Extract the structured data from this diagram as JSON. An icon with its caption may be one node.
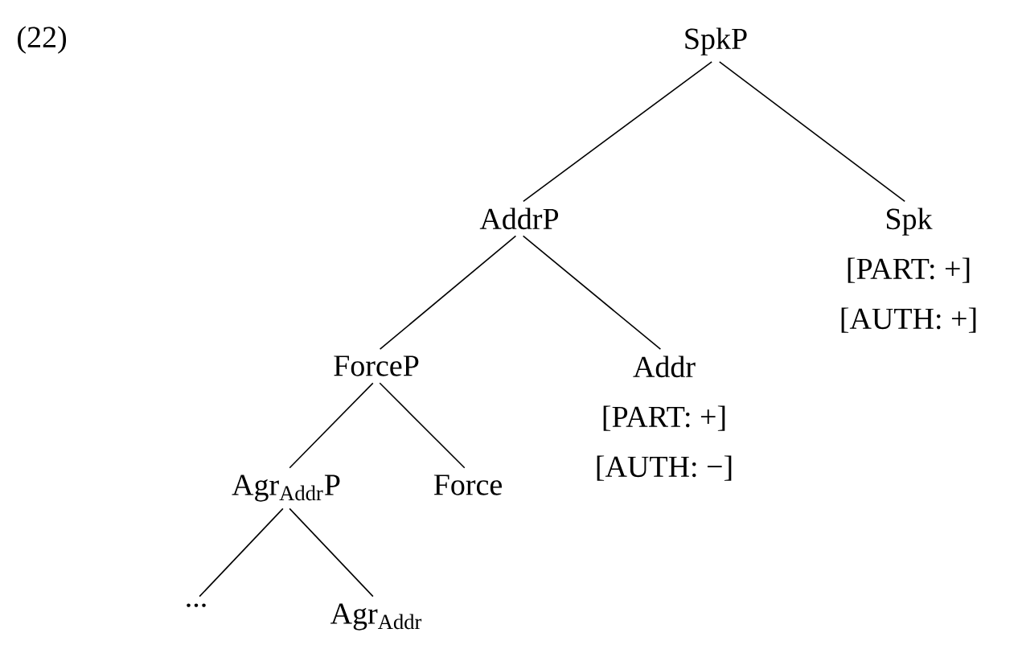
{
  "diagram": {
    "nodes": [
      {
        "text": [
          "SpkP"
        ]
      },
      {
        "text": [
          "AddrP"
        ]
      },
      {
        "text": [
          "Spk",
          "[PART: +]",
          "[AUTH: +]"
        ]
      },
      {
        "text": [
          "ForceP"
        ]
      },
      {
        "text": [
          "Addr",
          "[PART: +]",
          "[AUTH: −]"
        ]
      },
      {
        "text": [
          "Agr$_{Addr}$P"
        ]
      },
      {
        "text": [
          "Force"
        ]
      },
      {
        "text": [
          "..."
        ]
      },
      {
        "text": [
          "Agr$_{Addr}$"
        ]
      }
    ],
    "edges": [
      {
        "from": 0,
        "to": 1,
        "arrow": "none"
      },
      {
        "from": 0,
        "to": 2,
        "arrow": "none"
      },
      {
        "from": 1,
        "to": 3,
        "arrow": "none"
      },
      {
        "from": 1,
        "to": 4,
        "arrow": "none"
      },
      {
        "from": 3,
        "to": 5,
        "arrow": "none"
      },
      {
        "from": 3,
        "to": 6,
        "arrow": "none"
      },
      {
        "from": 5,
        "to": 7,
        "arrow": "none"
      },
      {
        "from": 5,
        "to": 8,
        "arrow": "none"
      }
    ],
    "labels": [
      "(22)"
    ]
  }
}
